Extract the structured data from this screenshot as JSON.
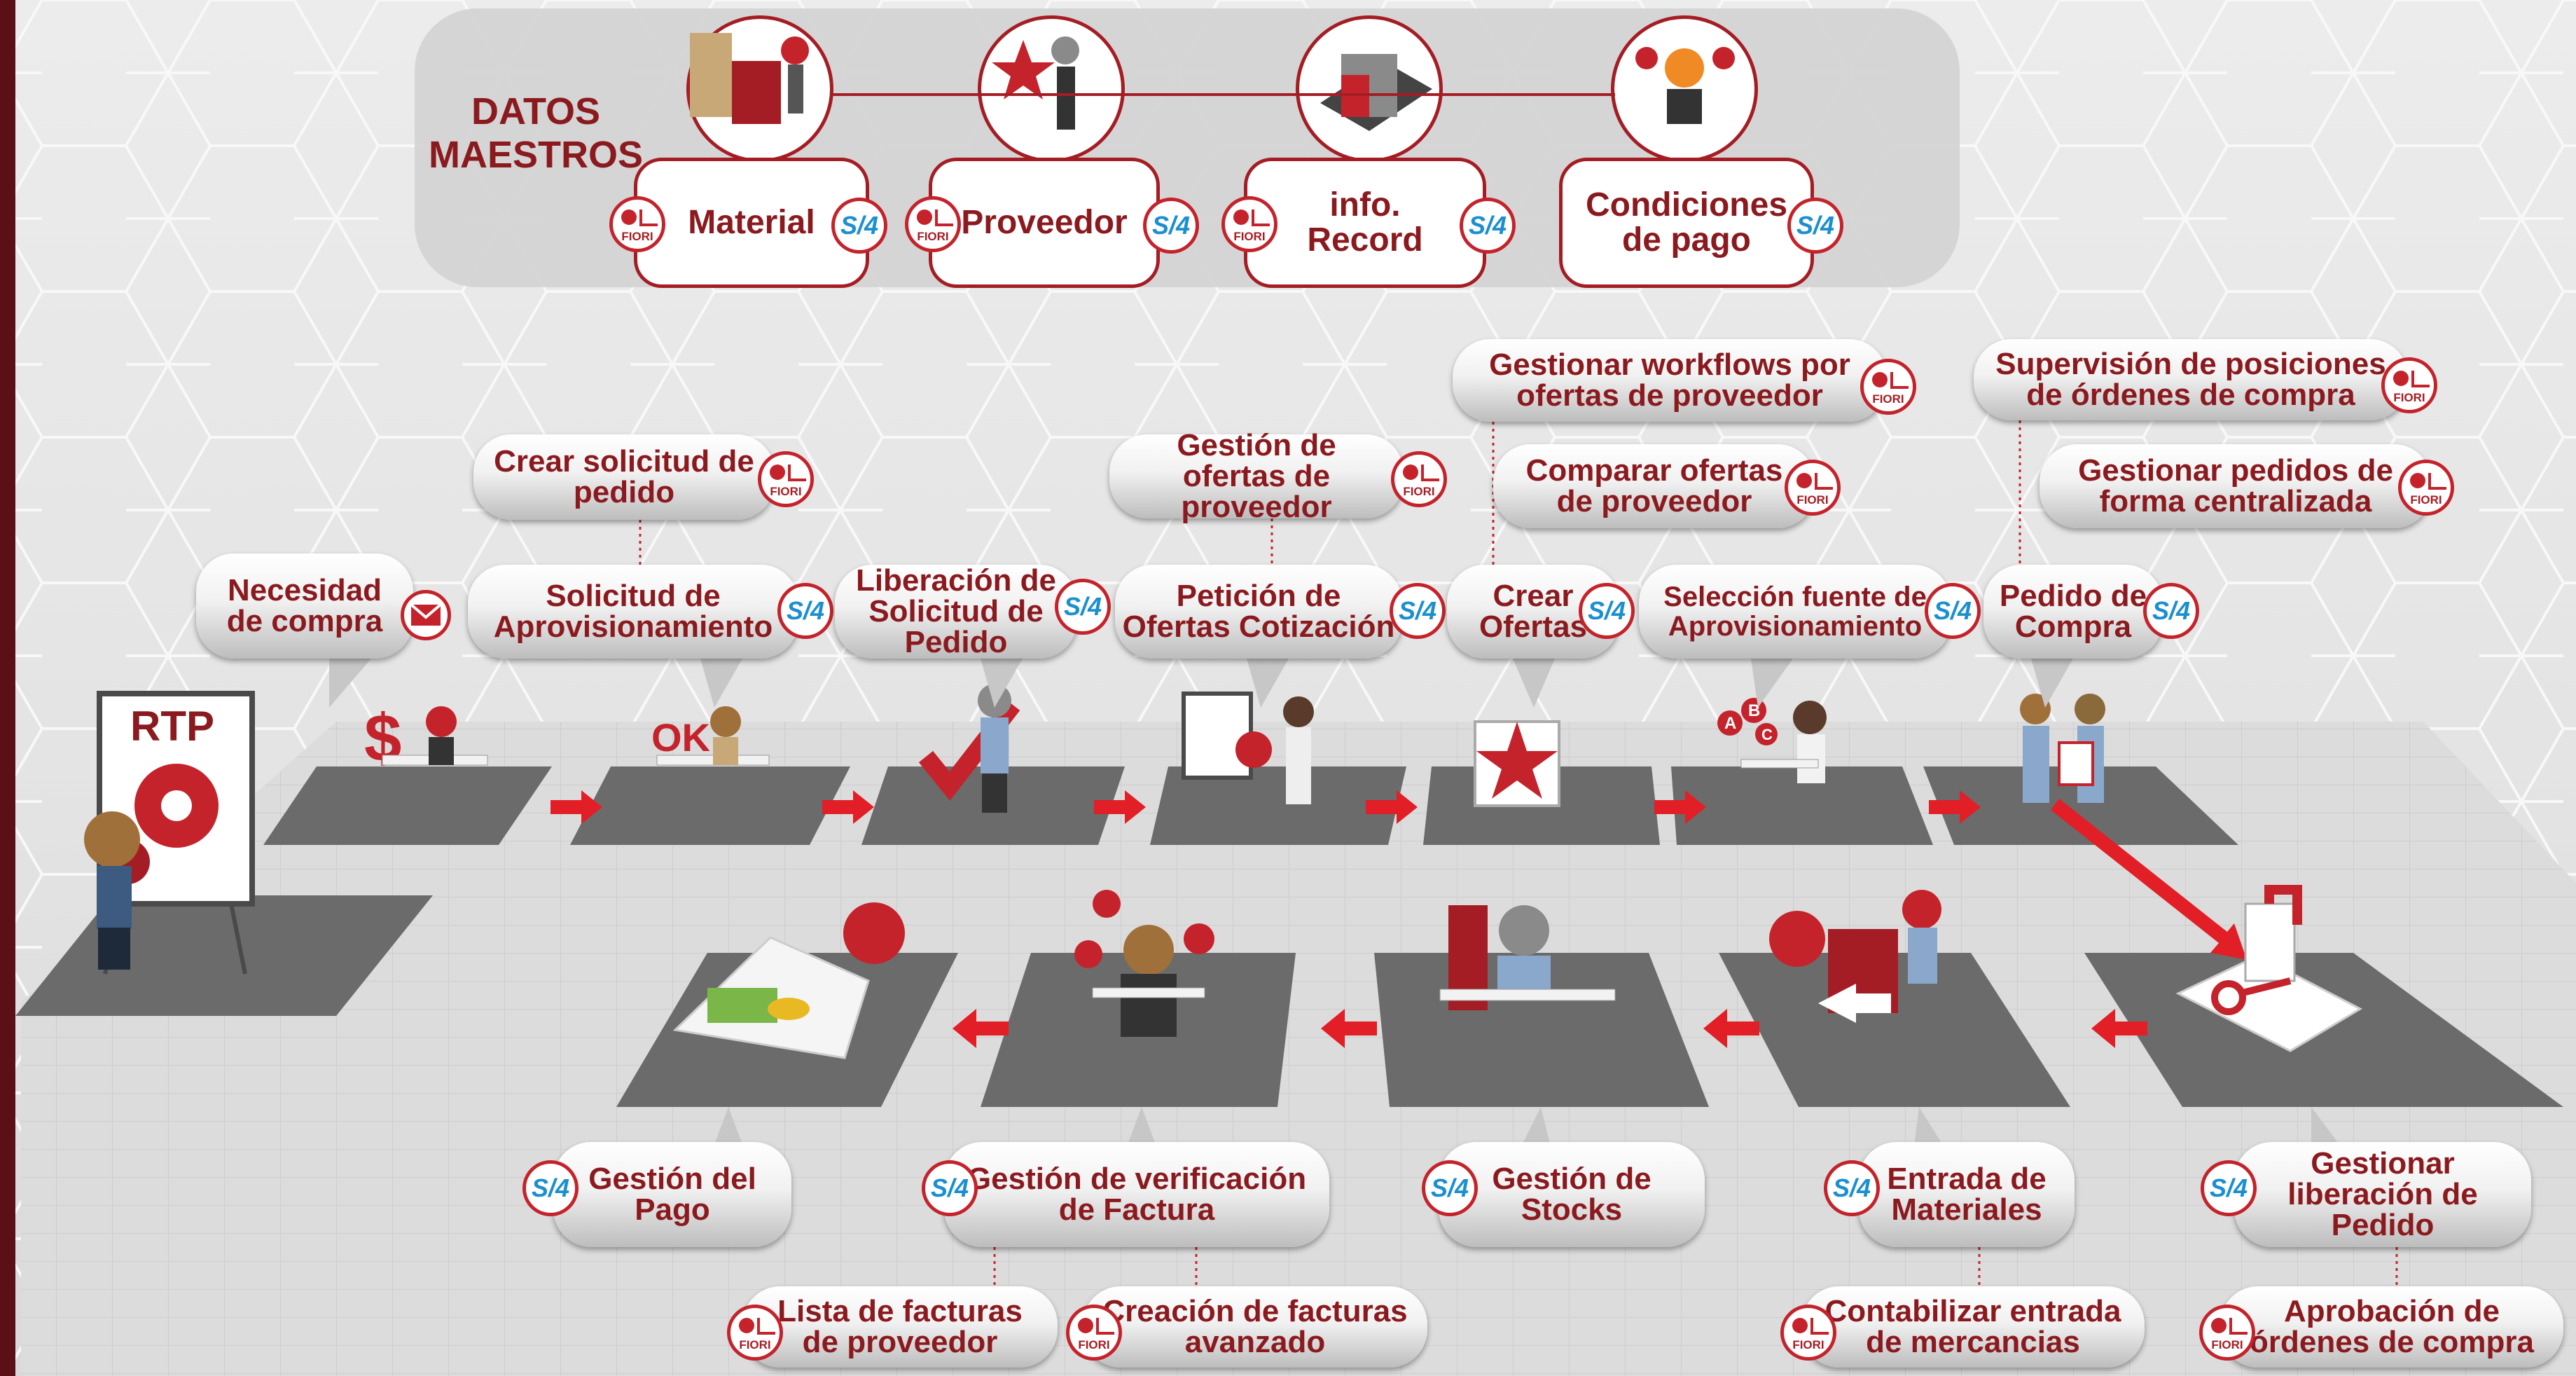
{
  "master_data": {
    "title_line1": "DATOS",
    "title_line2": "MAESTROS",
    "items": [
      {
        "label": "Material",
        "fiori": true,
        "s4": true
      },
      {
        "label": "Proveedor",
        "fiori": true,
        "s4": true
      },
      {
        "label": "info. Record",
        "fiori": true,
        "s4": true
      },
      {
        "label": "Condiciones de pago",
        "fiori": false,
        "s4": true
      }
    ]
  },
  "badges": {
    "s4": "S/4",
    "fiori": "FIORI"
  },
  "rtp": {
    "label": "RTP"
  },
  "top_steps": [
    {
      "label": "Necesidad de compra"
    },
    {
      "label": "Solicitud de Aprovisionamiento"
    },
    {
      "label": "Liberación de Solicitud de Pedido"
    },
    {
      "label": "Petición de Ofertas Cotización"
    },
    {
      "label": "Crear Ofertas"
    },
    {
      "label": "Selección fuente de Aprovisionamiento"
    },
    {
      "label": "Pedido de Compra"
    }
  ],
  "top_fiori_apps": [
    {
      "label": "Crear solicitud de pedido"
    },
    {
      "label": "Gestión de ofertas de proveedor"
    },
    {
      "label": "Gestionar workflows por ofertas de proveedor"
    },
    {
      "label": "Comparar ofertas de proveedor"
    },
    {
      "label": "Supervisión de posiciones de órdenes de compra"
    },
    {
      "label": "Gestionar pedidos de forma centralizada"
    }
  ],
  "bottom_steps": [
    {
      "label": "Gestión del Pago"
    },
    {
      "label": "Gestión de verificación de Factura"
    },
    {
      "label": "Gestión de Stocks"
    },
    {
      "label": "Entrada de Materiales"
    },
    {
      "label": "Gestionar liberación de Pedido"
    }
  ],
  "bottom_fiori_apps": [
    {
      "label": "Lista de facturas de proveedor"
    },
    {
      "label": "Creación de facturas avanzado"
    },
    {
      "label": "Contabilizar entrada de mercancias"
    },
    {
      "label": "Aprobación de órdenes de compra"
    }
  ],
  "scene_glyphs": {
    "dollar": "$",
    "ok": "OK",
    "abc": [
      "A",
      "B",
      "C"
    ]
  },
  "colors": {
    "brand_red": "#c4232b",
    "dark_red": "#8b1a1f",
    "s4_blue": "#1b8fd0",
    "platform": "#6b6b6b"
  }
}
